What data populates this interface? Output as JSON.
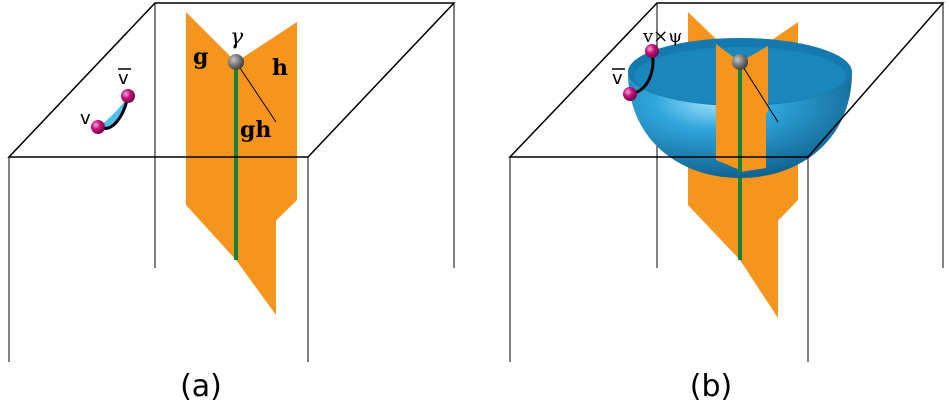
{
  "panel_a": {
    "caption": "(a)",
    "labels": {
      "gamma": "γ",
      "g": "g",
      "h": "h",
      "gh": "gh",
      "v": "v",
      "vbar": "v"
    }
  },
  "panel_b": {
    "caption": "(b)",
    "labels": {
      "vpsi": "v×ψ",
      "vbar": "v"
    }
  },
  "colors": {
    "sheet": "#F5951E",
    "line": "#16833A",
    "vertex": "#7A7A7A",
    "point": "#C4127A",
    "ribbon": "#4FC0EC",
    "hemisphere": "#1A86BB",
    "outline": "#000000"
  }
}
